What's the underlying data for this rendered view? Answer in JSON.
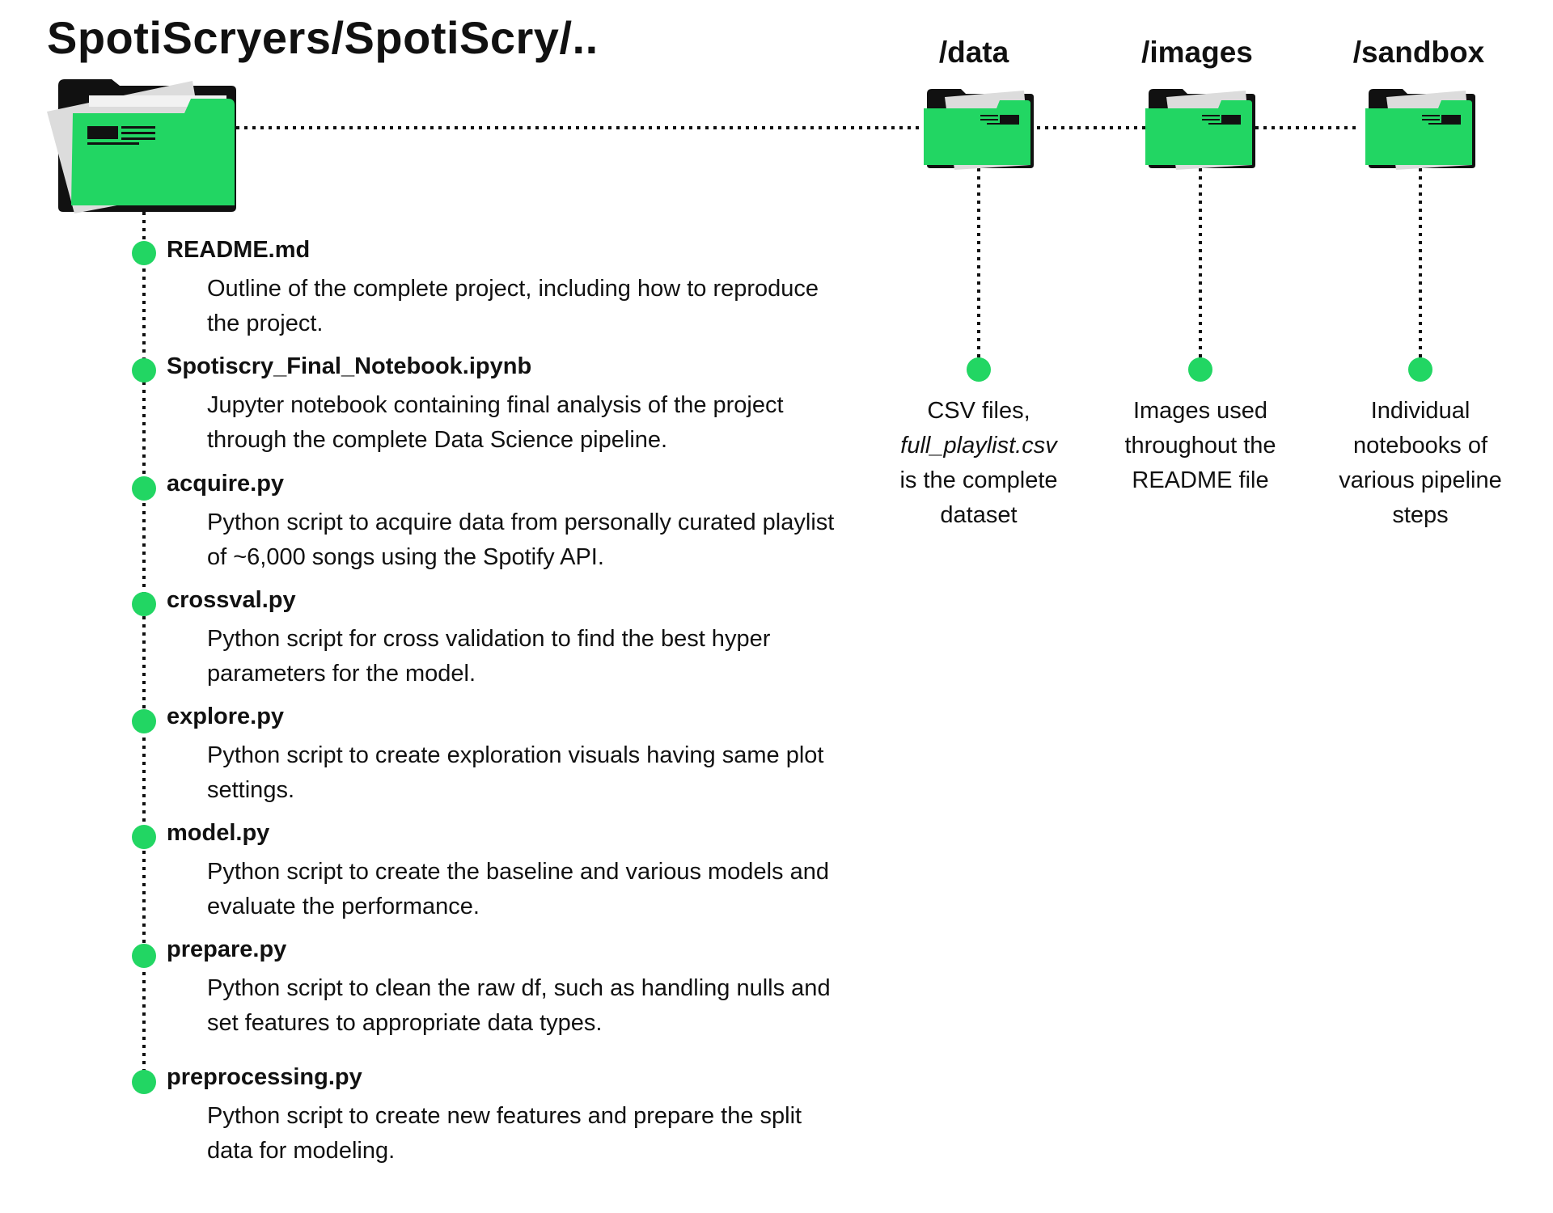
{
  "title": "SpotiScryers/SpotiScry/..",
  "colors": {
    "accent": "#22d663",
    "ink": "#111111",
    "paper": "#dcdcdc"
  },
  "icons": {
    "folder": "folder-icon"
  },
  "files": [
    {
      "name": "README.md",
      "description": "Outline of the complete project, including how to reproduce the project."
    },
    {
      "name": "Spotiscry_Final_Notebook.ipynb",
      "description": "Jupyter notebook containing final analysis of the project through the complete Data Science pipeline."
    },
    {
      "name": "acquire.py",
      "description": "Python script to acquire data from personally curated playlist of ~6,000 songs using the Spotify API."
    },
    {
      "name": "crossval.py",
      "description": "Python script for cross validation to find the best hyper parameters for the model."
    },
    {
      "name": "explore.py",
      "description": "Python script to create exploration visuals having same plot settings."
    },
    {
      "name": "model.py",
      "description": "Python script to create the baseline and various models and evaluate the performance."
    },
    {
      "name": "prepare.py",
      "description": "Python script to clean the raw df, such as handling nulls and set features to appropriate data types."
    },
    {
      "name": "preprocessing.py",
      "description": "Python script to create new features and prepare the split data for modeling."
    }
  ],
  "folders": [
    {
      "name": "/data",
      "description": {
        "line1": "CSV files,",
        "italic": "full_playlist.csv",
        "rest": "is the complete dataset"
      }
    },
    {
      "name": "/images",
      "description": {
        "text": "Images used throughout the README file"
      }
    },
    {
      "name": "/sandbox",
      "description": {
        "text": "Individual notebooks of various pipeline steps"
      }
    }
  ]
}
